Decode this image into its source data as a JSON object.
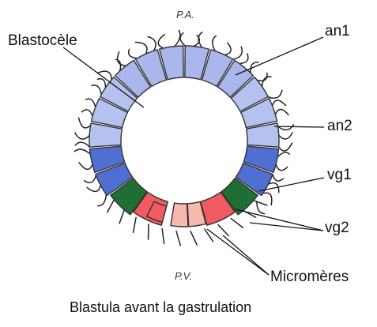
{
  "labels": {
    "animal_pole": "P.A.",
    "vegetal_pole": "P.V.",
    "blastocoel": "Blastocèle",
    "an1": "an1",
    "an2": "an2",
    "vg1": "vg1",
    "vg2": "vg2",
    "micromeres": "Micromères"
  },
  "caption": "Blastula avant la gastrulation",
  "colors": {
    "an1": "#a9b7ec",
    "an2": "#b5c1ef",
    "vg1": "#4f6fd3",
    "vg2_green": "#1f6e33",
    "vg2_red": "#f05a60",
    "micromeres": "#f7b8b0",
    "outline": "#333333",
    "cilia": "#222222"
  },
  "tiers": [
    {
      "name": "an1",
      "color": "#a9b7ec"
    },
    {
      "name": "an2",
      "color": "#b5c1ef"
    },
    {
      "name": "vg1",
      "color": "#4f6fd3"
    },
    {
      "name": "vg2",
      "color": "#1f6e33"
    },
    {
      "name": "vg2",
      "color": "#f05a60"
    },
    {
      "name": "micromeres",
      "color": "#f7b8b0"
    }
  ]
}
